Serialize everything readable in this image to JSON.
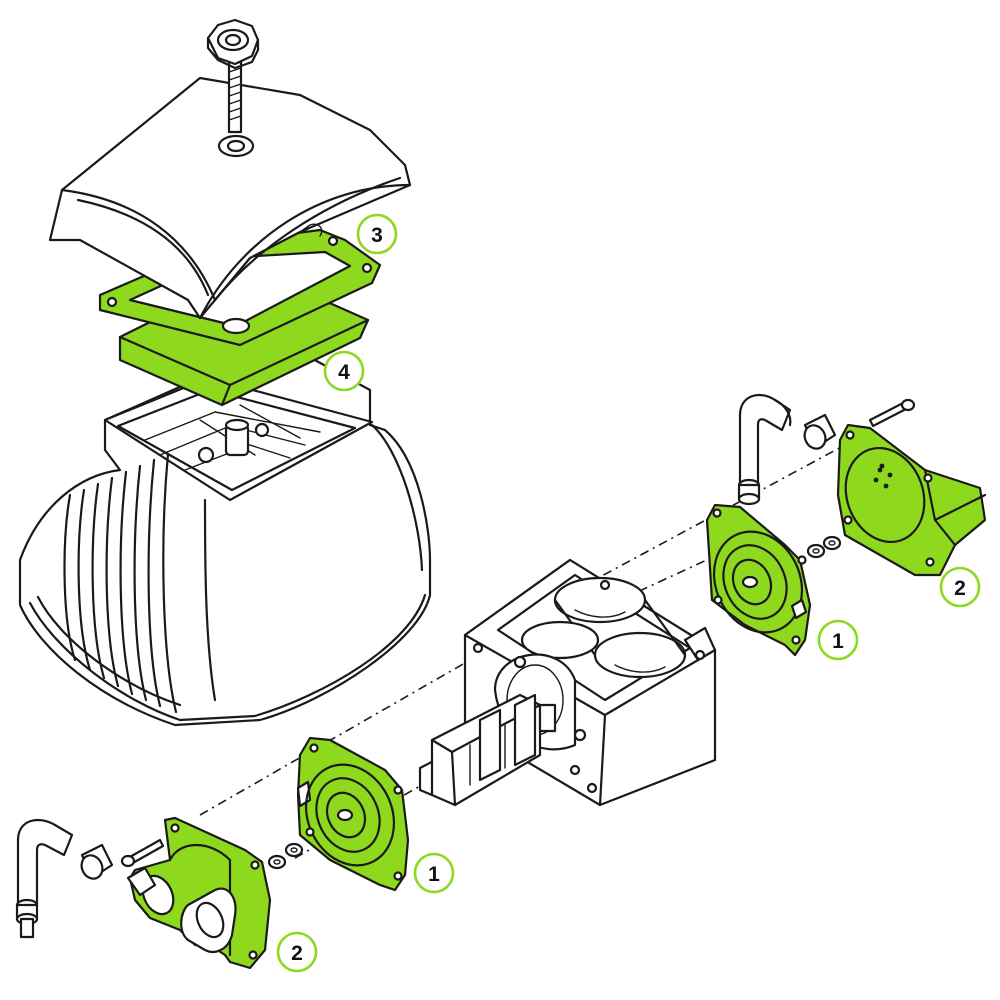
{
  "colors": {
    "highlight": "#8ed81e",
    "outline": "#1a1a1a",
    "callout_ring": "#8ed81e",
    "background": "#ffffff"
  },
  "callouts": [
    {
      "id": "callout-3",
      "label": "3"
    },
    {
      "id": "callout-4",
      "label": "4"
    },
    {
      "id": "callout-1-right",
      "label": "1"
    },
    {
      "id": "callout-2-right",
      "label": "2"
    },
    {
      "id": "callout-1-left",
      "label": "1"
    },
    {
      "id": "callout-2-left",
      "label": "2"
    }
  ]
}
